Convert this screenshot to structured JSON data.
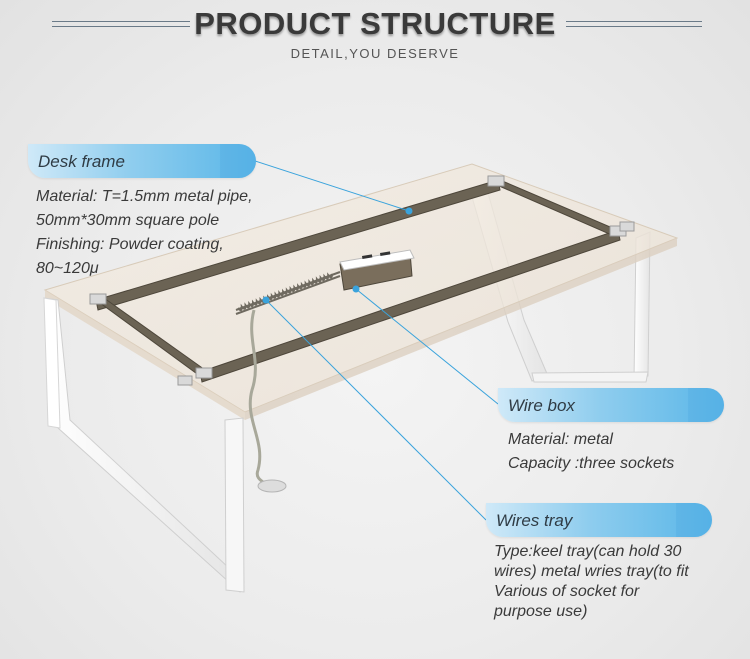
{
  "header": {
    "title": "PRODUCT STRUCTURE",
    "subtitle": "DETAIL,YOU  DESERVE"
  },
  "callouts": {
    "desk_frame": {
      "label": "Desk frame",
      "lines": [
        "Material: T=1.5mm metal pipe,",
        "50mm*30mm square pole",
        "Finishing: Powder coating,",
        "80~120μ"
      ]
    },
    "wire_box": {
      "label": "Wire box",
      "lines": [
        "Material: metal",
        "Capacity :three sockets"
      ]
    },
    "wires_tray": {
      "label": "Wires tray",
      "lines": [
        "Type:keel tray(can hold 30",
        "wires) metal wries tray(to fit",
        "Various of socket for",
        "purpose use)"
      ]
    }
  },
  "colors": {
    "accent": "#59b6e8",
    "pointer": "#3aa3dc",
    "tabletop": "#efe6da",
    "frame": "#6b6354",
    "legs": "#ffffff"
  }
}
